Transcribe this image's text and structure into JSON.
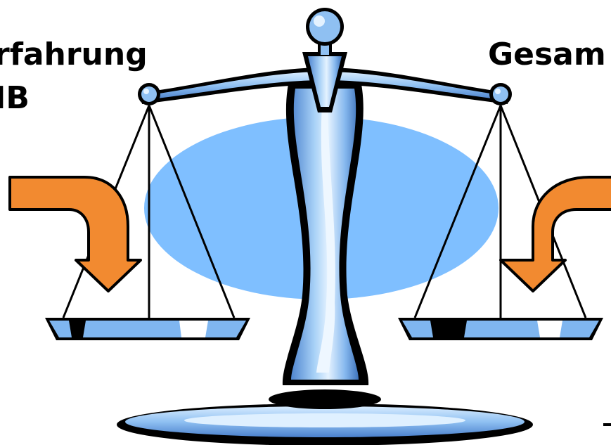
{
  "labels": {
    "left_line1": "rfahrung",
    "left_line2": "IB",
    "right_line1": "Gesam"
  },
  "colors": {
    "ellipse": "#7fbfff",
    "metal_dark": "#5a8fd6",
    "metal_mid": "#9cc8f5",
    "metal_light": "#d8ecff",
    "arrow": "#f28a30",
    "outline": "#000000"
  },
  "icons": {
    "scale": "balance-scale-icon",
    "left_arrow": "curved-down-arrow-icon",
    "right_arrow": "curved-down-arrow-icon"
  }
}
